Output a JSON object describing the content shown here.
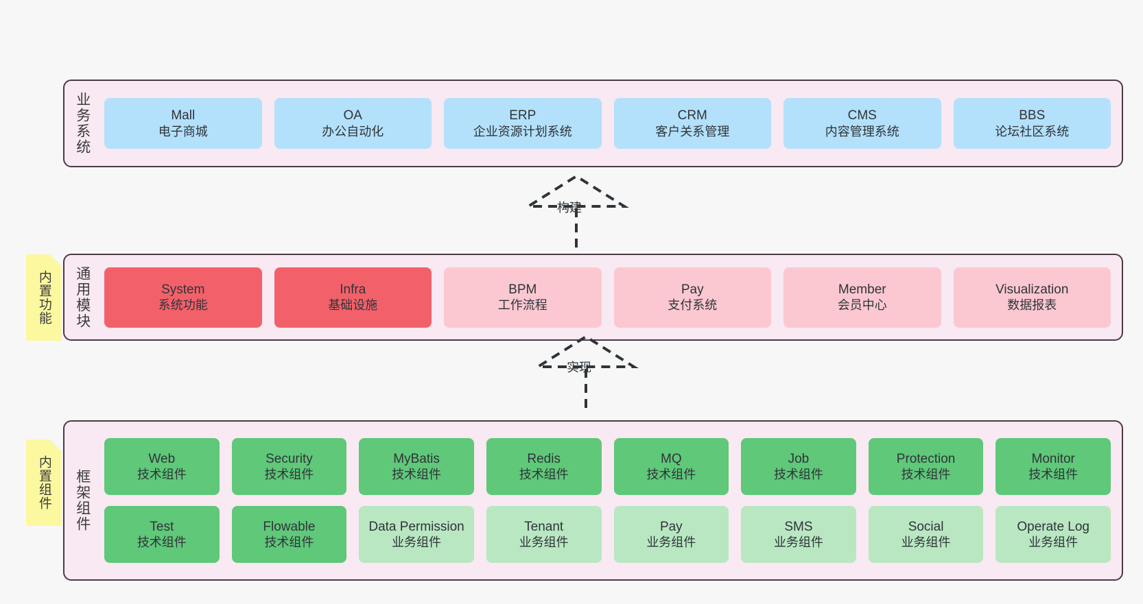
{
  "diagram": {
    "background_color": "#f7f7f7",
    "panel_color": "#f8e9f2",
    "panel_border_color": "#4a3a44",
    "note_color": "#fcf8a0",
    "note_fold_color": "#c9c9c9"
  },
  "layers": [
    {
      "id": "business",
      "title": "业务系统",
      "note": null,
      "rows": [
        {
          "cards": [
            {
              "en": "Mall",
              "cn": "电子商城",
              "style": "blue",
              "color": "#b3e0fb"
            },
            {
              "en": "OA",
              "cn": "办公自动化",
              "style": "blue",
              "color": "#b3e0fb"
            },
            {
              "en": "ERP",
              "cn": "企业资源计划系统",
              "style": "blue",
              "color": "#b3e0fb"
            },
            {
              "en": "CRM",
              "cn": "客户关系管理",
              "style": "blue",
              "color": "#b3e0fb"
            },
            {
              "en": "CMS",
              "cn": "内容管理系统",
              "style": "blue",
              "color": "#b3e0fb"
            },
            {
              "en": "BBS",
              "cn": "论坛社区系统",
              "style": "blue",
              "color": "#b3e0fb"
            }
          ]
        }
      ]
    },
    {
      "id": "common",
      "title": "通用模块",
      "note": "内置功能",
      "rows": [
        {
          "cards": [
            {
              "en": "System",
              "cn": "系统功能",
              "style": "red",
              "color": "#f2616a"
            },
            {
              "en": "Infra",
              "cn": "基础设施",
              "style": "red",
              "color": "#f2616a"
            },
            {
              "en": "BPM",
              "cn": "工作流程",
              "style": "pink",
              "color": "#fbc8d2"
            },
            {
              "en": "Pay",
              "cn": "支付系统",
              "style": "pink",
              "color": "#fbc8d2"
            },
            {
              "en": "Member",
              "cn": "会员中心",
              "style": "pink",
              "color": "#fbc8d2"
            },
            {
              "en": "Visualization",
              "cn": "数据报表",
              "style": "pink",
              "color": "#fbc8d2"
            }
          ]
        }
      ]
    },
    {
      "id": "frame",
      "title": "框架组件",
      "note": "内置组件",
      "rows": [
        {
          "cards": [
            {
              "en": "Web",
              "cn": "技术组件",
              "style": "green",
              "color": "#5fc879"
            },
            {
              "en": "Security",
              "cn": "技术组件",
              "style": "green",
              "color": "#5fc879"
            },
            {
              "en": "MyBatis",
              "cn": "技术组件",
              "style": "green",
              "color": "#5fc879"
            },
            {
              "en": "Redis",
              "cn": "技术组件",
              "style": "green",
              "color": "#5fc879"
            },
            {
              "en": "MQ",
              "cn": "技术组件",
              "style": "green",
              "color": "#5fc879"
            },
            {
              "en": "Job",
              "cn": "技术组件",
              "style": "green",
              "color": "#5fc879"
            },
            {
              "en": "Protection",
              "cn": "技术组件",
              "style": "green",
              "color": "#5fc879"
            },
            {
              "en": "Monitor",
              "cn": "技术组件",
              "style": "green",
              "color": "#5fc879"
            }
          ]
        },
        {
          "cards": [
            {
              "en": "Test",
              "cn": "技术组件",
              "style": "green",
              "color": "#5fc879"
            },
            {
              "en": "Flowable",
              "cn": "技术组件",
              "style": "green",
              "color": "#5fc879"
            },
            {
              "en": "Data Permission",
              "cn": "业务组件",
              "style": "lgreen",
              "color": "#b9e7c2"
            },
            {
              "en": "Tenant",
              "cn": "业务组件",
              "style": "lgreen",
              "color": "#b9e7c2"
            },
            {
              "en": "Pay",
              "cn": "业务组件",
              "style": "lgreen",
              "color": "#b9e7c2"
            },
            {
              "en": "SMS",
              "cn": "业务组件",
              "style": "lgreen",
              "color": "#b9e7c2"
            },
            {
              "en": "Social",
              "cn": "业务组件",
              "style": "lgreen",
              "color": "#b9e7c2"
            },
            {
              "en": "Operate Log",
              "cn": "业务组件",
              "style": "lgreen",
              "color": "#b9e7c2"
            }
          ]
        }
      ]
    }
  ],
  "connectors": [
    {
      "id": "build",
      "label": "构建",
      "from": "common",
      "to": "business",
      "style": "dashed-hollow-arrow"
    },
    {
      "id": "impl",
      "label": "实现",
      "from": "frame",
      "to": "common",
      "style": "dashed-hollow-arrow"
    }
  ]
}
